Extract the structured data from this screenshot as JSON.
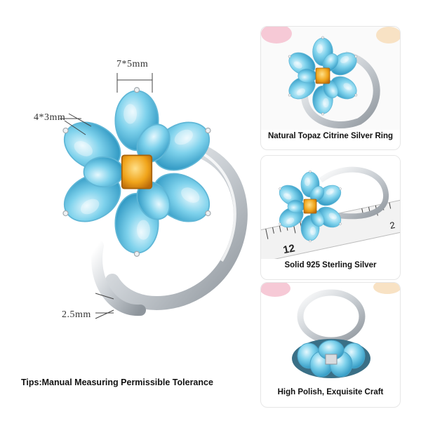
{
  "dimensions": {
    "top": "7*5mm",
    "left": "4*3mm",
    "bottom": "2.5mm"
  },
  "tips": "Tips:Manual Measuring Permissible Tolerance",
  "ruler": {
    "label_left": "12",
    "label_right": "2"
  },
  "cards": [
    {
      "caption": "Natural Topaz Citrine Silver Ring"
    },
    {
      "caption": "Solid 925 Sterling Silver"
    },
    {
      "caption": "High Polish, Exquisite Craft"
    }
  ],
  "colors": {
    "topaz_light": "#bfe9f7",
    "topaz_mid": "#6fcbe8",
    "topaz_dark": "#2b9ac4",
    "citrine": "#f0a41a",
    "silver": "#d9dcdf",
    "petal_bg": "#f6c9d6"
  }
}
